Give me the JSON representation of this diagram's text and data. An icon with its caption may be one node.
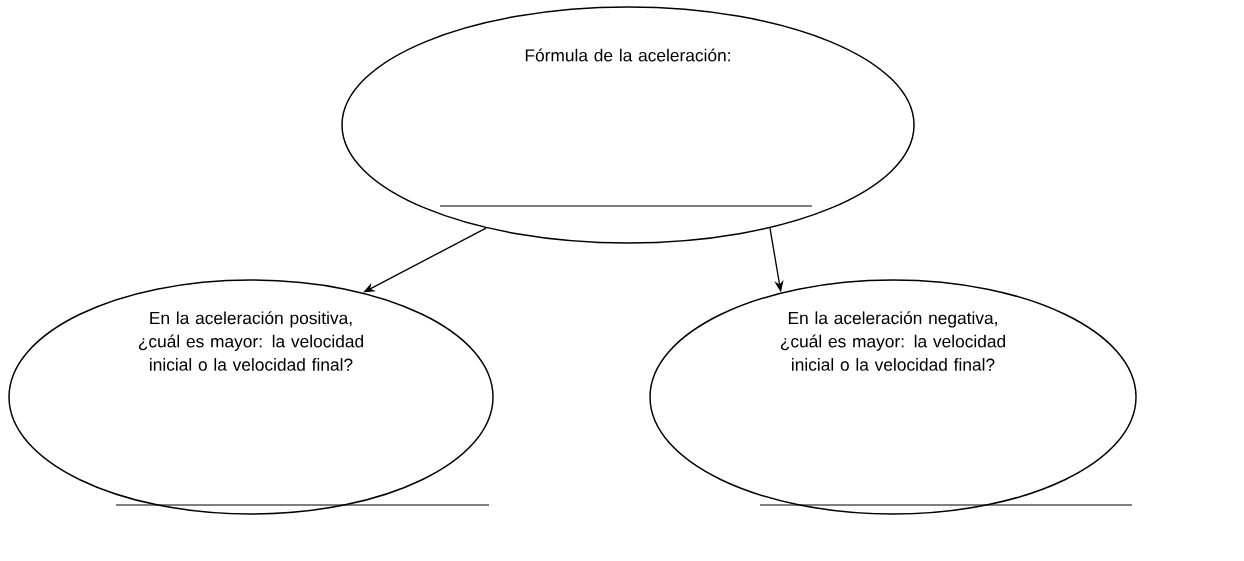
{
  "diagram": {
    "nodes": [
      {
        "text": [
          "Fórmula de la aceleración:"
        ]
      },
      {
        "text": [
          "En la aceleración positiva, ¿cuál es mayor: la velocidad inicial o la velocidad final?"
        ]
      },
      {
        "text": [
          "En la aceleración negativa, ¿cuál es mayor: la velocidad inicial o la velocidad final?"
        ]
      }
    ],
    "edges": [
      {
        "from": 0,
        "to": 1,
        "arrow": "to"
      },
      {
        "from": 0,
        "to": 2,
        "arrow": "to"
      }
    ]
  }
}
